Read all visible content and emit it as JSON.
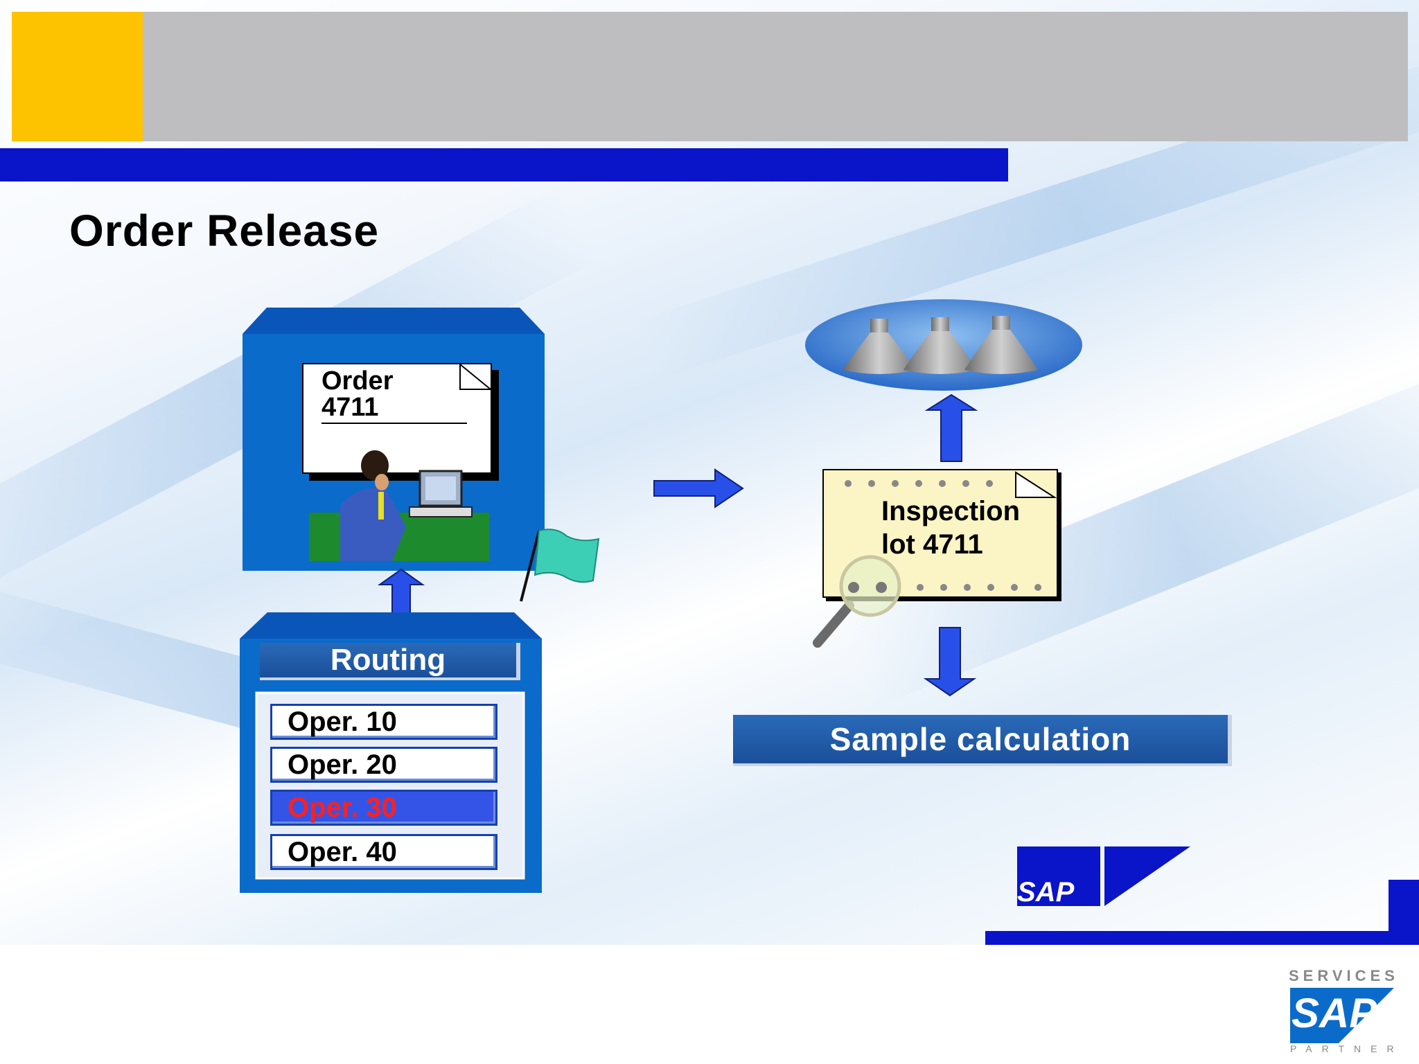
{
  "slide": {
    "title": "Order Release",
    "order_doc": {
      "line1": "Order",
      "line2": "4711"
    },
    "routing": {
      "header": "Routing",
      "operations": [
        {
          "label": "Oper. 10",
          "active": false
        },
        {
          "label": "Oper. 20",
          "active": false
        },
        {
          "label": "Oper. 30",
          "active": true
        },
        {
          "label": "Oper. 40",
          "active": false
        }
      ]
    },
    "inspection_lot": {
      "line1": "Inspection",
      "line2": "lot 4711"
    },
    "sample_calculation": "Sample calculation",
    "logo_text": "SAP",
    "footer_logo": {
      "top": "SERVICES",
      "main": "SAP",
      "bottom": "PARTNER"
    }
  },
  "colors": {
    "header_yellow": "#FDC300",
    "header_gray": "#BEBEC0",
    "header_blue": "#0A14C8",
    "box_blue": "#0A6BCB",
    "active_operation_text": "#FF2020"
  }
}
